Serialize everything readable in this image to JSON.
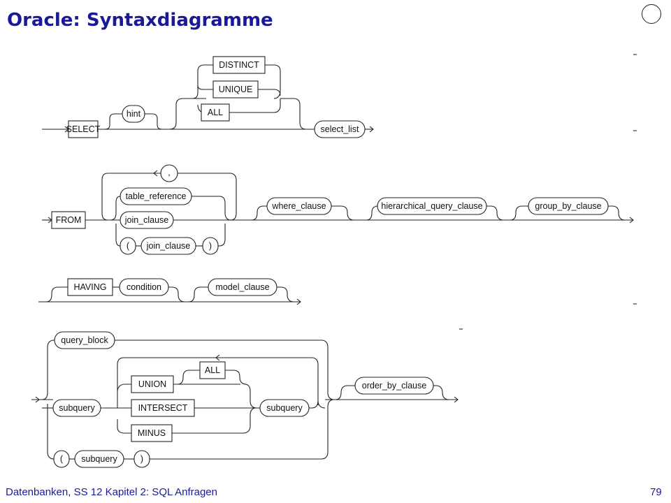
{
  "title": "Oracle: Syntaxdiagramme",
  "footer": {
    "left": "Datenbanken, SS 12 Kapitel 2: SQL Anfragen",
    "page": "79"
  },
  "select_diagram": {
    "select": "SELECT",
    "hint": "hint",
    "distinct": "DISTINCT",
    "unique": "UNIQUE",
    "all": "ALL",
    "select_list": "select_list"
  },
  "from_diagram": {
    "comma": ",",
    "from": "FROM",
    "table_reference": "table_reference",
    "join_clause": "join_clause",
    "paren_open": "(",
    "join_clause_2": "join_clause",
    "paren_close": ")",
    "where_clause": "where_clause",
    "hierarchical_query_clause": "hierarchical_query_clause",
    "group_by_clause": "group_by_clause"
  },
  "having_diagram": {
    "having": "HAVING",
    "condition": "condition",
    "model_clause": "model_clause"
  },
  "query_diagram": {
    "query_block": "query_block",
    "subquery": "subquery",
    "union": "UNION",
    "all": "ALL",
    "intersect": "INTERSECT",
    "minus": "MINUS",
    "subquery_right": "subquery",
    "paren_open": "(",
    "subquery_paren": "subquery",
    "paren_close": ")",
    "order_by_clause": "order_by_clause"
  }
}
